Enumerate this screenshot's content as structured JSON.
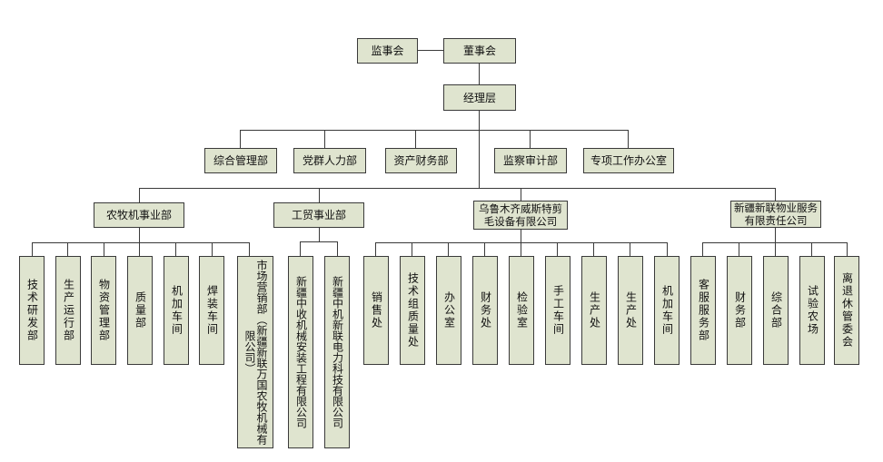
{
  "top": {
    "supervisory_board": "监事会",
    "board_of_directors": "董事会",
    "management": "经理层"
  },
  "departments": [
    "综合管理部",
    "党群人力部",
    "资产财务部",
    "监察审计部",
    "专项工作办公室"
  ],
  "divisions": [
    {
      "name": "农牧机事业部",
      "units": [
        "技术研发部",
        "生产运行部",
        "物资管理部",
        "质量部",
        "机加车间",
        "焊装车间",
        "市场营销部（新疆新联万国农牧机械有限公司）"
      ]
    },
    {
      "name": "工贸事业部",
      "units": [
        "新疆中收机械安装工程有限公司",
        "新疆中机新联电力科技有限公司"
      ]
    },
    {
      "name": "乌鲁木齐威斯特剪毛设备有限公司",
      "units": [
        "销售处",
        "技术组质量处",
        "办公室",
        "财务处",
        "检验室",
        "手工车间",
        "生产处",
        "生产处",
        "机加车间"
      ]
    },
    {
      "name": "新疆新联物业服务有限责任公司",
      "units": [
        "客服服务部",
        "财务部",
        "综合部",
        "试验农场",
        "离退休管委会"
      ]
    }
  ]
}
